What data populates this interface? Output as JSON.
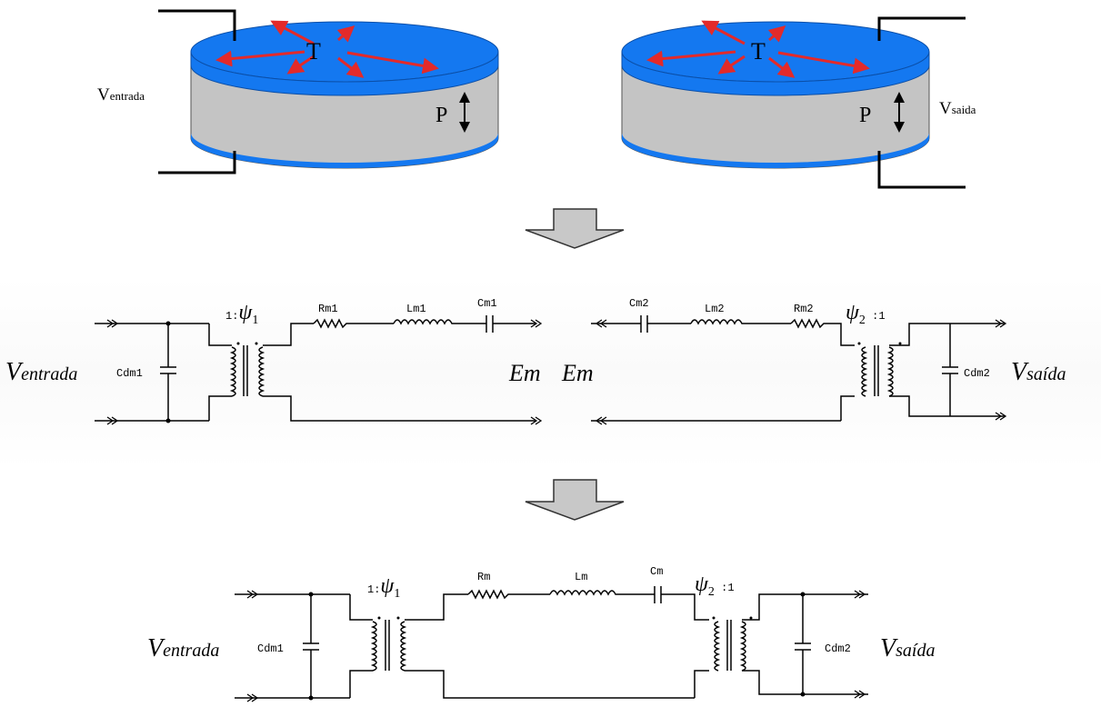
{
  "colors": {
    "disc_blue": "#1478f0",
    "disc_gray": "#c4c4c4",
    "arrow_red": "#e32a2a",
    "process_arrow": "#c8c8c8"
  },
  "top": {
    "left_disc": {
      "center_label": "T",
      "side_label": "P",
      "voltage_main": "V",
      "voltage_sub": "entrada"
    },
    "right_disc": {
      "center_label": "T",
      "side_label": "P",
      "voltage_main": "V",
      "voltage_sub": "saida"
    }
  },
  "middle": {
    "input_voltage": "Ventrada",
    "output_voltage": "Vsaída",
    "cdm1": "Cdm1",
    "cdm2": "Cdm2",
    "ratio1_prefix": "1",
    "ratio1_symbol": "ψ",
    "ratio1_sub": "1",
    "ratio2_symbol": "ψ",
    "ratio2_sub": "2",
    "ratio2_suffix": "1",
    "rm1": "Rm1",
    "lm1": "Lm1",
    "cm1": "Cm1",
    "cm2": "Cm2",
    "lm2": "Lm2",
    "rm2": "Rm2",
    "em_left": "Em",
    "em_right": "Em"
  },
  "bottom": {
    "input_voltage": "Ventrada",
    "output_voltage": "Vsaída",
    "cdm1": "Cdm1",
    "cdm2": "Cdm2",
    "ratio1_prefix": "1",
    "ratio1_symbol": "ψ",
    "ratio1_sub": "1",
    "ratio2_symbol": "ψ",
    "ratio2_sub": "2",
    "ratio2_suffix": "1",
    "rm": "Rm",
    "lm": "Lm",
    "cm": "Cm"
  }
}
